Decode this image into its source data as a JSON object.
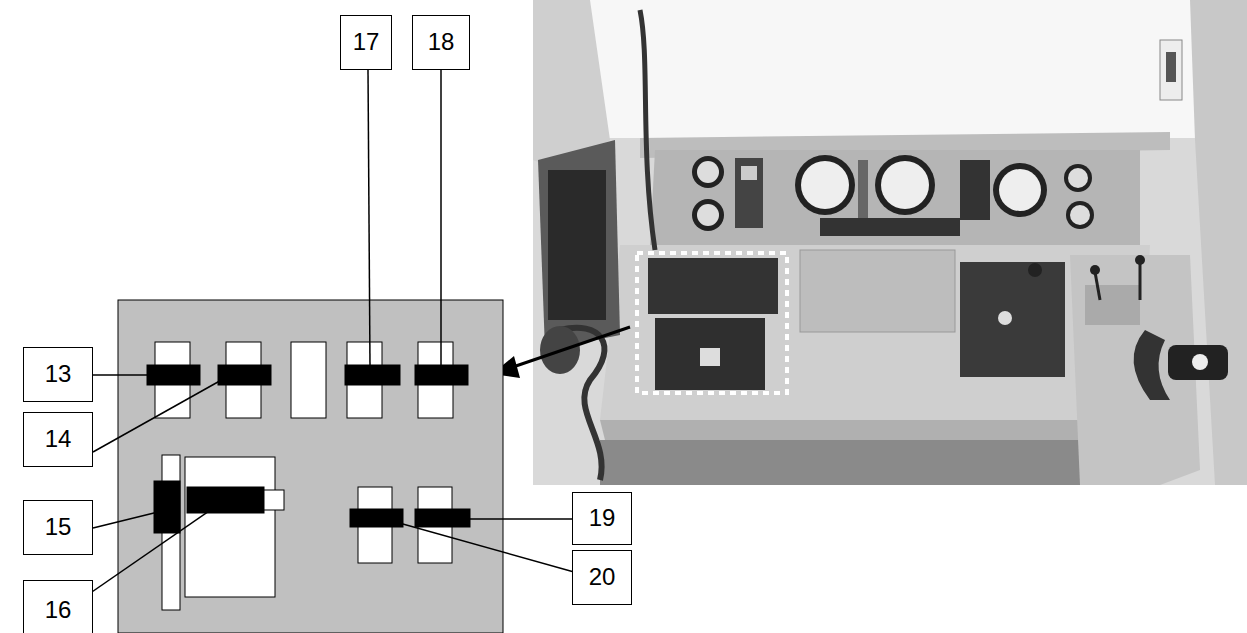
{
  "diagram": {
    "nodes": [
      {
        "text": [
          "17"
        ]
      },
      {
        "text": [
          "18"
        ]
      },
      {
        "text": [
          "13"
        ]
      },
      {
        "text": [
          "14"
        ]
      },
      {
        "text": [
          "15"
        ]
      },
      {
        "text": [
          "19"
        ]
      },
      {
        "text": [
          "16"
        ]
      },
      {
        "text": [
          "20"
        ]
      }
    ]
  }
}
